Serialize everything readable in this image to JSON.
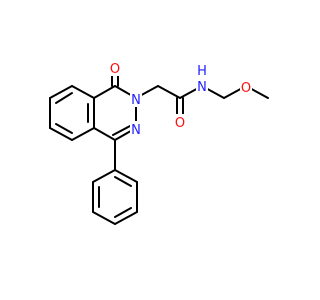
{
  "colors": {
    "bond": "#000000",
    "nitrogen": "#2020ff",
    "oxygen": "#ff0d0d",
    "background": "#ffffff"
  },
  "atoms": {
    "o_carbonyl": {
      "text": "O",
      "element": "oxygen"
    },
    "n_ring": {
      "text": "N",
      "element": "nitrogen"
    },
    "n_ring2": {
      "text": "N",
      "element": "nitrogen"
    },
    "o_amide": {
      "text": "O",
      "element": "oxygen"
    },
    "nh": {
      "text": "N",
      "element": "nitrogen"
    },
    "h": {
      "text": "H",
      "element": "nitrogen"
    },
    "o_ether": {
      "text": "O",
      "element": "oxygen"
    }
  }
}
